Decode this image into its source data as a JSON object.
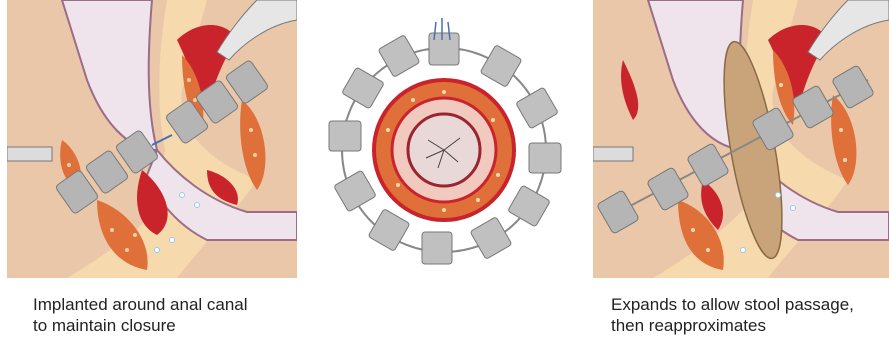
{
  "captions": {
    "left": {
      "line1": "Implanted around anal canal",
      "line2": "to maintain closure"
    },
    "right": {
      "line1": "Expands to allow stool passage,",
      "line2": "then reapproximates"
    }
  },
  "colors": {
    "background_panel": "#f6d9ad",
    "rectal_wall": "#e8c9b4",
    "lumen": "#efe4ec",
    "muscle_red": "#c9242c",
    "fat_orange": "#e0703a",
    "device_gray": "#b5b5b5",
    "stool_brown": "#c9a47a",
    "text": "#222222"
  }
}
